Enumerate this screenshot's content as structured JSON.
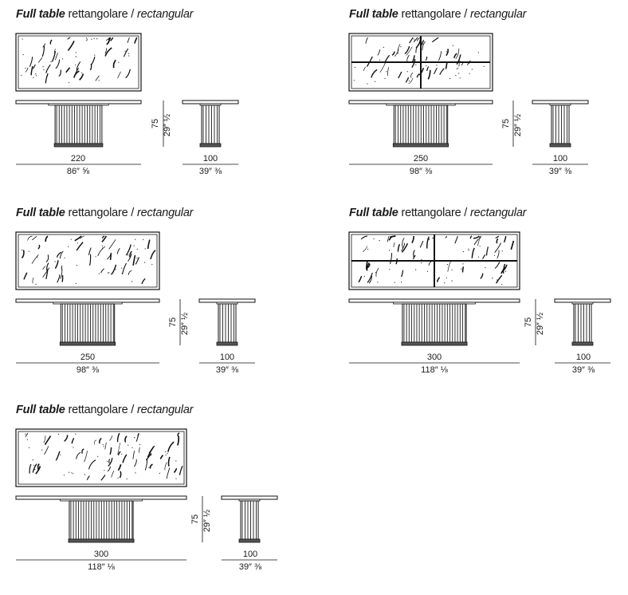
{
  "panels": [
    {
      "title_bold": "Full table",
      "title_mid": " rettangolare / ",
      "title_italic": "rectangular",
      "top_split": false,
      "length_cm": "220",
      "length_in": "86″ ⅝",
      "width_cm": "100",
      "width_in": "39″ ⅜",
      "height_cm": "75",
      "height_in": "29″ ½"
    },
    {
      "title_bold": "Full table",
      "title_mid": " rettangolare / ",
      "title_italic": "rectangular",
      "top_split": true,
      "length_cm": "250",
      "length_in": "98″ ⅜",
      "width_cm": "100",
      "width_in": "39″ ⅜",
      "height_cm": "75",
      "height_in": "29″ ½"
    },
    {
      "title_bold": "Full table",
      "title_mid": " rettangolare / ",
      "title_italic": "rectangular",
      "top_split": false,
      "length_cm": "250",
      "length_in": "98″ ⅜",
      "width_cm": "100",
      "width_in": "39″ ⅜",
      "height_cm": "75",
      "height_in": "29″ ½"
    },
    {
      "title_bold": "Full table",
      "title_mid": " rettangolare / ",
      "title_italic": "rectangular",
      "top_split": true,
      "length_cm": "300",
      "length_in": "118″ ⅛",
      "width_cm": "100",
      "width_in": "39″ ⅜",
      "height_cm": "75",
      "height_in": "29″ ½"
    },
    {
      "title_bold": "Full table",
      "title_mid": " rettangolare / ",
      "title_italic": "rectangular",
      "top_split": false,
      "length_cm": "300",
      "length_in": "118″ ⅛",
      "width_cm": "100",
      "width_in": "39″ ⅜",
      "height_cm": "75",
      "height_in": "29″ ½"
    }
  ]
}
